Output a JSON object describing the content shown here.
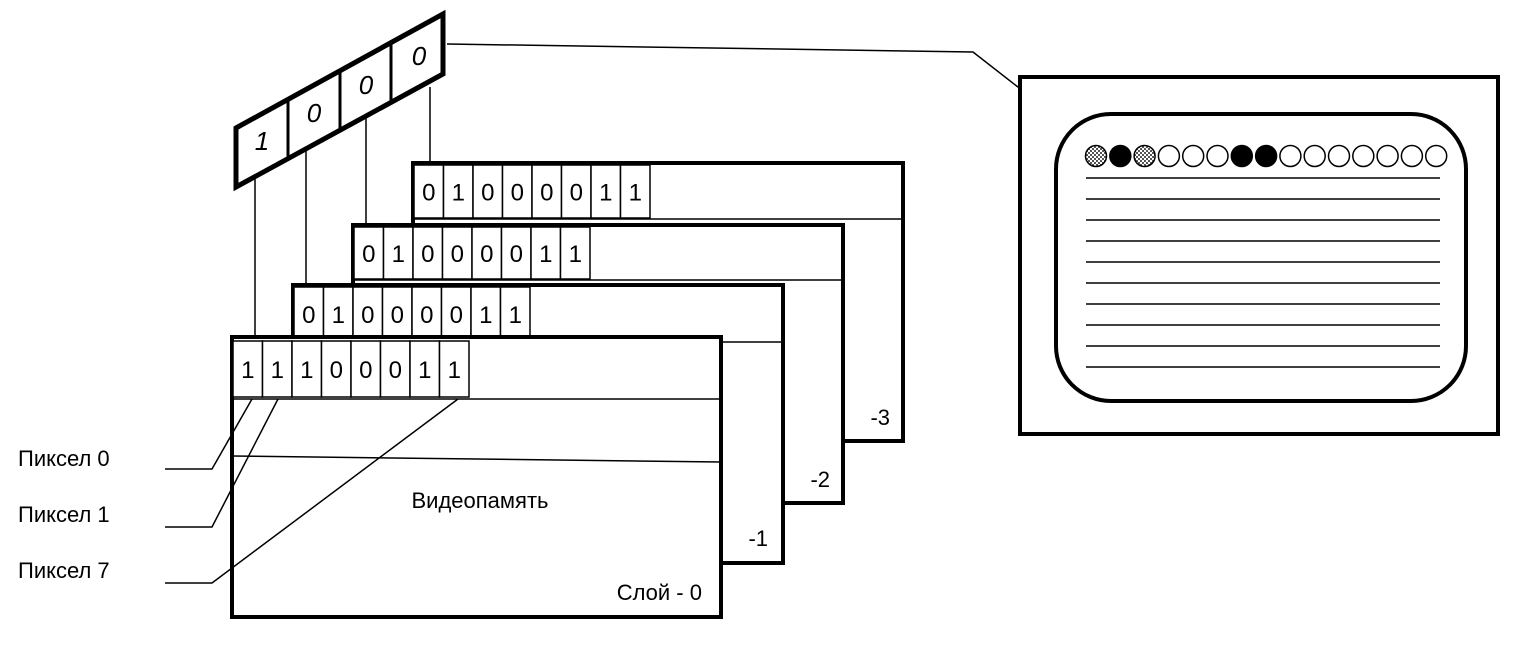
{
  "register": {
    "bits": [
      "1",
      "0",
      "0",
      "0"
    ]
  },
  "layers": [
    {
      "bits": [
        "1",
        "1",
        "1",
        "0",
        "0",
        "0",
        "1",
        "1"
      ],
      "label": "Слой - 0",
      "title": "Видеопамять"
    },
    {
      "bits": [
        "0",
        "1",
        "0",
        "0",
        "0",
        "0",
        "1",
        "1"
      ],
      "label": "-1"
    },
    {
      "bits": [
        "0",
        "1",
        "0",
        "0",
        "0",
        "0",
        "1",
        "1"
      ],
      "label": "-2"
    },
    {
      "bits": [
        "0",
        "1",
        "0",
        "0",
        "0",
        "0",
        "1",
        "1"
      ],
      "label": "-3"
    }
  ],
  "pixel_labels": [
    "Пиксел 0",
    "Пиксел 1",
    "Пиксел 7"
  ],
  "monitor": {
    "pixels": [
      "gray",
      "black",
      "gray",
      "white",
      "white",
      "white",
      "black",
      "black",
      "white",
      "white",
      "white",
      "white",
      "white",
      "white",
      "white"
    ],
    "line_count": 10
  }
}
